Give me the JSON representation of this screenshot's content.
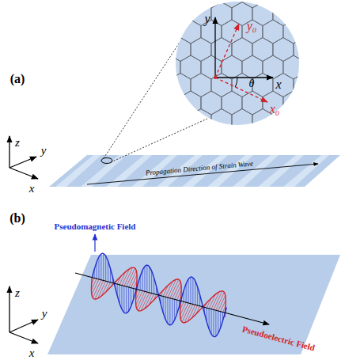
{
  "diagram": {
    "labels": [
      "(a)",
      "z",
      "y",
      "x",
      "y",
      "x",
      "y₀",
      "x₀",
      "θ",
      "Propagation Direction of Strain Wave",
      "(b)",
      "z",
      "y",
      "x",
      "Pseudomagnetic Field",
      "Pseudoelectric Field"
    ]
  }
}
